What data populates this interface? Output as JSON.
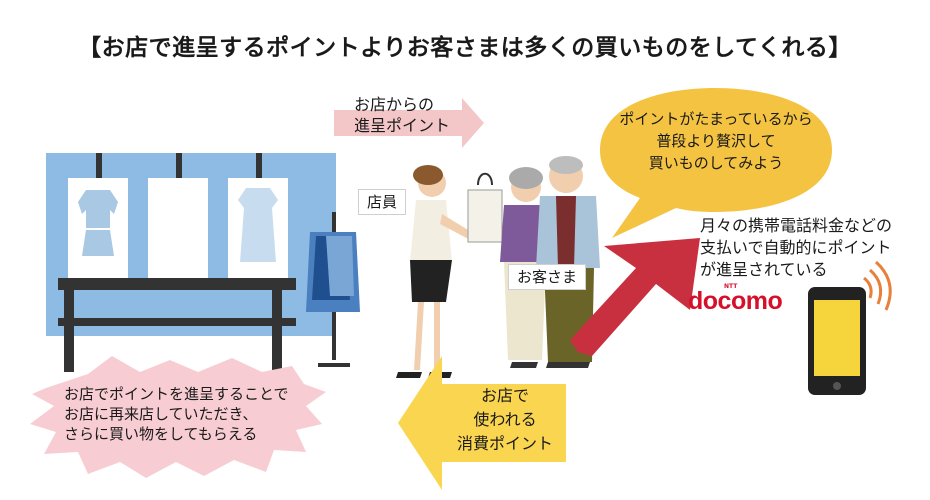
{
  "title": "【お店で進呈するポイントよりお客さまは多くの買いものをしてくれる】",
  "arrow_top_label": [
    "お店からの",
    "進呈ポイント"
  ],
  "bubble_text": [
    "ポイントがたまっているから",
    "普段より贅沢して",
    "買いものしてみよう"
  ],
  "staff_label": "店員",
  "customer_label": "お客さま",
  "payment_text": [
    "月々の携帯電話料金などの",
    "支払いで自動的にポイント",
    "が進呈されている"
  ],
  "brand": {
    "ntt": "NTT",
    "name": "docomo"
  },
  "burst_text": [
    "お店でポイントを進呈することで",
    "お店に再来店していただき、",
    "さらに買い物をしてもらえる"
  ],
  "arrow_bottom_label": [
    "お店で",
    "使われる",
    "消費ポイント"
  ],
  "colors": {
    "shop_blue": "#8dbbe3",
    "arrow_pink": "#f3c6c8",
    "bubble_yellow": "#f5c342",
    "arrow_red": "#c9303f",
    "arrow_yellow": "#fad54f",
    "burst_pink": "#f7cdd3",
    "docomo_red": "#d6102a"
  }
}
